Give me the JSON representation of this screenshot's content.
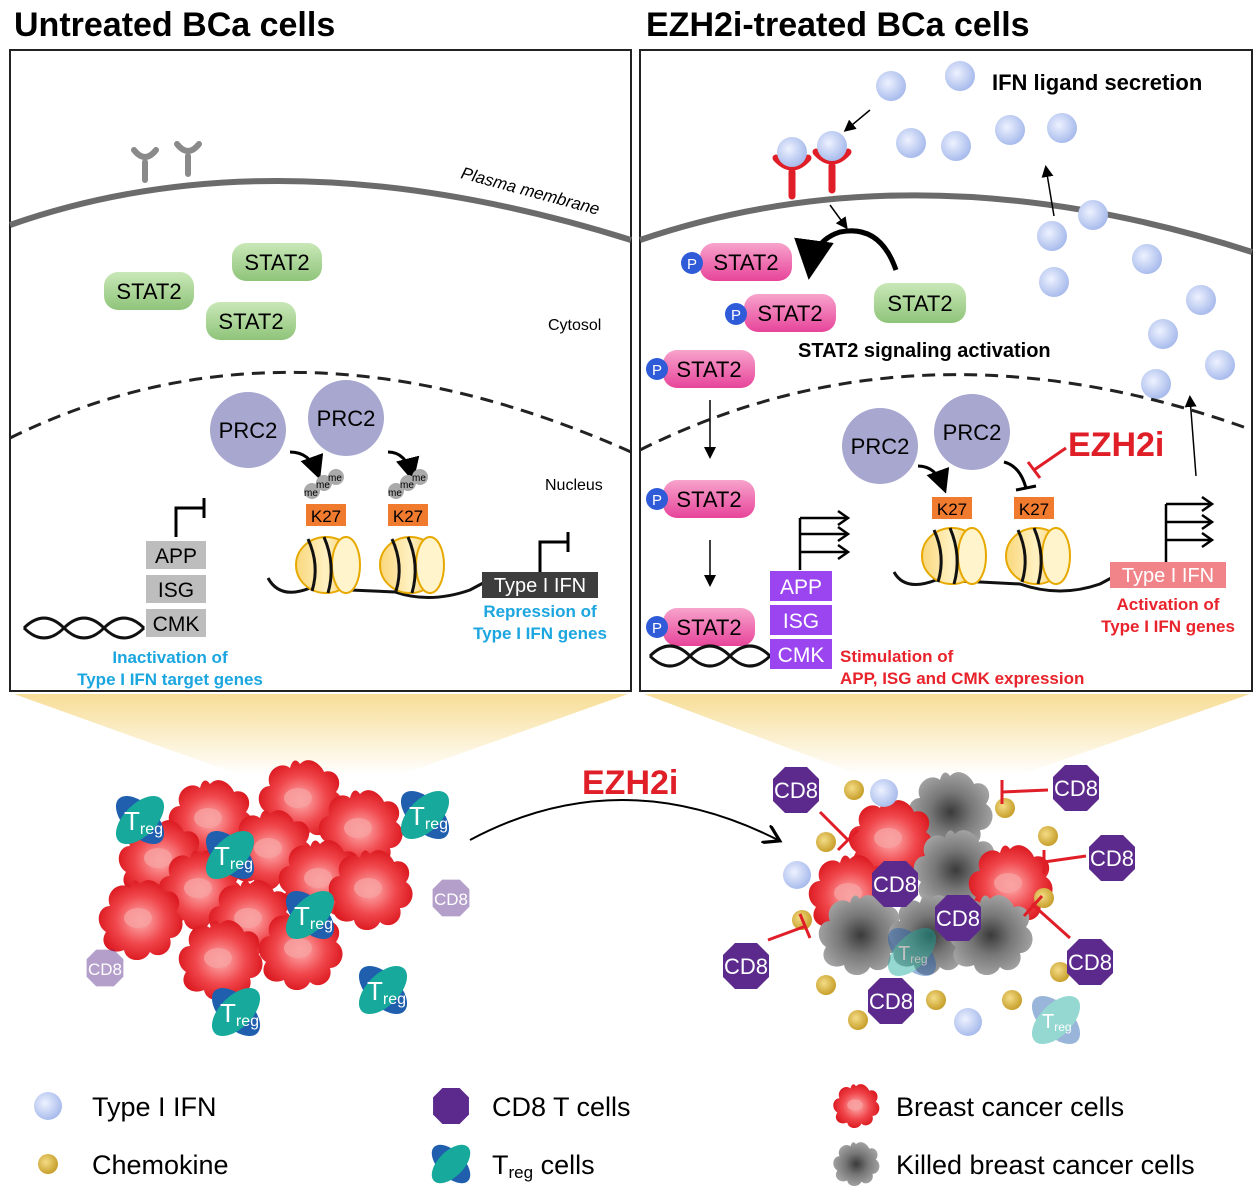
{
  "left_panel": {
    "title": "Untreated BCa cells",
    "membrane_label": "Plasma membrane",
    "cytosol_label": "Cytosol",
    "nucleus_label": "Nucleus",
    "stat": "STAT2",
    "prc": "PRC2",
    "me": "me",
    "k27": "K27",
    "genes": [
      "APP",
      "ISG",
      "CMK"
    ],
    "ifn_box": "Type I IFN",
    "repression_1": "Repression of",
    "repression_2": "Type I IFN genes",
    "inactivation_1": "Inactivation of",
    "inactivation_2": "Type I IFN target genes"
  },
  "right_panel": {
    "title": "EZH2i-treated BCa cells",
    "secretion": "IFN ligand secretion",
    "p": "P",
    "stat": "STAT2",
    "signaling": "STAT2 signaling activation",
    "prc": "PRC2",
    "ezh2i": "EZH2i",
    "k27": "K27",
    "genes": [
      "APP",
      "ISG",
      "CMK"
    ],
    "ifn_box": "Type I IFN",
    "activation_1": "Activation of",
    "activation_2": "Type I IFN genes",
    "stimulation_1": "Stimulation of",
    "stimulation_2": "APP, ISG and CMK expression"
  },
  "tumor": {
    "ezh2i": "EZH2i",
    "cd8": "CD8",
    "treg_T": "T",
    "treg_sub": "reg"
  },
  "legend": {
    "ifn": "Type I IFN",
    "chemokine": "Chemokine",
    "cd8": "CD8 T cells",
    "treg_T": "T",
    "treg_sub": "reg",
    "treg_rest": " cells",
    "bc": "Breast cancer cells",
    "killed": "Killed breast cancer cells"
  },
  "colors": {
    "stat_green": "#9fd08a",
    "stat_pink": "#ef5fa3",
    "prc": "#a7a7cf",
    "k27": "#f07a2e",
    "gene_grey": "#bdbdbd",
    "gene_purple": "#9b45f0",
    "ifn_blue": "#b8c8f0",
    "chemokine": "#d9b13a",
    "cd8": "#5e2b8e",
    "treg": "#1aa39a",
    "cancer": "#e8232b",
    "cyan_text": "#1ba6e0",
    "red_text": "#e8232b"
  }
}
